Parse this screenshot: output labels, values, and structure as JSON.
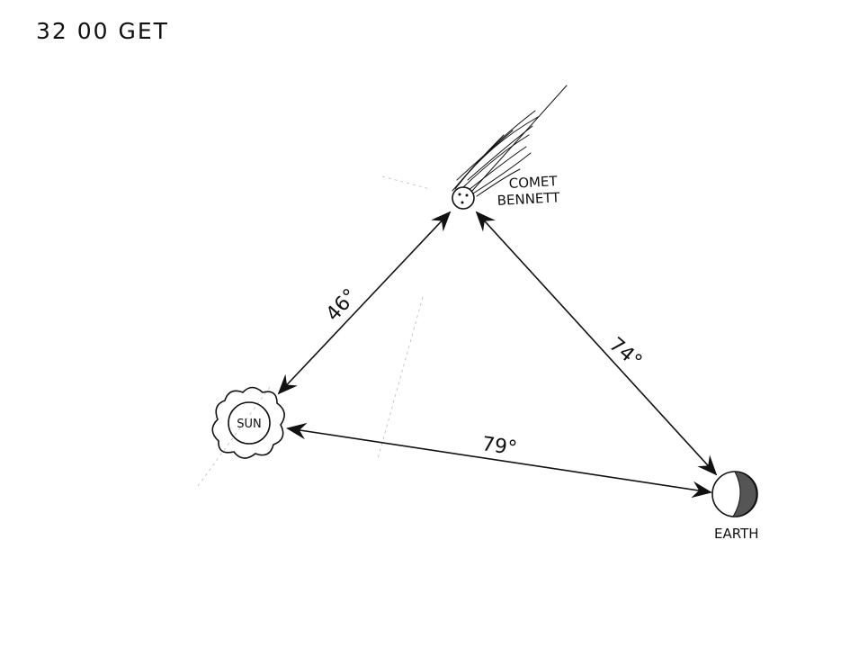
{
  "title": "32 00 GET",
  "bodies": {
    "comet": {
      "label_line1": "COMET",
      "label_line2": "BENNETT"
    },
    "sun": {
      "label": "SUN"
    },
    "earth": {
      "label": "EARTH"
    }
  },
  "angles": {
    "comet_sun": "46°",
    "comet_earth": "74°",
    "sun_earth": "79°"
  },
  "ink_color": "#111111"
}
